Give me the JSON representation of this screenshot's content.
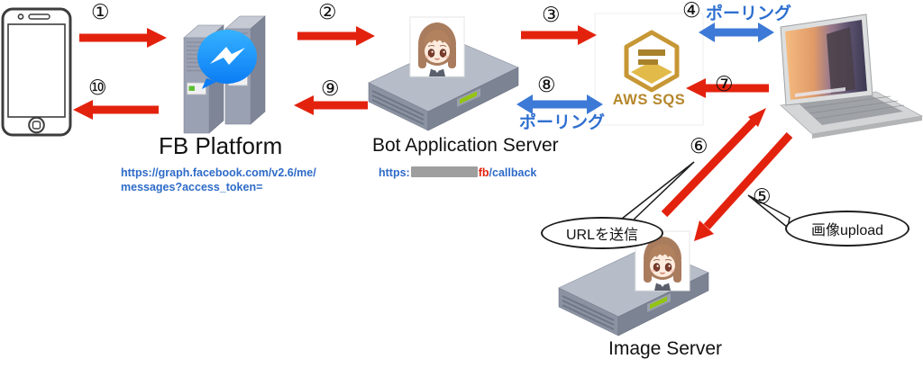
{
  "nodes": {
    "smartphone": {
      "type": "client-device"
    },
    "fb_platform": {
      "label": "FB Platform",
      "url_line1": "https://graph.facebook.com/v2.6/me/",
      "url_line2": "messages?access_token="
    },
    "bot_app_server": {
      "label": "Bot Application Server",
      "url_scheme": "https:",
      "url_host_hidden": true,
      "url_highlight": "fb",
      "url_path": "/callback"
    },
    "aws_sqs": {
      "label": "AWS SQS"
    },
    "macbook": {
      "type": "worker-client"
    },
    "image_server": {
      "label": "Image Server"
    }
  },
  "steps": [
    "①",
    "②",
    "③",
    "④",
    "⑤",
    "⑥",
    "⑦",
    "⑧",
    "⑨",
    "⑩"
  ],
  "labels": {
    "polling": "ポーリング"
  },
  "bubbles": {
    "send_url": "URLを送信",
    "image_upload": "画像upload"
  },
  "edges": [
    {
      "step": "①",
      "from": "smartphone",
      "to": "fb_platform",
      "color": "red"
    },
    {
      "step": "②",
      "from": "fb_platform",
      "to": "bot_app_server",
      "color": "red"
    },
    {
      "step": "③",
      "from": "bot_app_server",
      "to": "aws_sqs",
      "color": "red"
    },
    {
      "step": "④",
      "from": "aws_sqs",
      "to": "macbook",
      "color": "blue",
      "bidirectional": true,
      "label": "ポーリング"
    },
    {
      "step": "⑤",
      "from": "macbook",
      "to": "image_server",
      "color": "red",
      "note": "画像upload"
    },
    {
      "step": "⑥",
      "from": "image_server",
      "to": "macbook",
      "color": "red",
      "note": "URLを送信"
    },
    {
      "step": "⑦",
      "from": "macbook",
      "to": "aws_sqs",
      "color": "red"
    },
    {
      "step": "⑧",
      "from": "bot_app_server",
      "to": "aws_sqs",
      "color": "blue",
      "bidirectional": true,
      "label": "ポーリング"
    },
    {
      "step": "⑨",
      "from": "bot_app_server",
      "to": "fb_platform",
      "color": "red"
    },
    {
      "step": "⑩",
      "from": "fb_platform",
      "to": "smartphone",
      "color": "red"
    }
  ],
  "colors": {
    "arrow_red": "#e3220e",
    "arrow_blue": "#3d79d6",
    "link_blue": "#2e6bc8",
    "url_highlight_red": "#e3220e",
    "redaction_grey": "#9e9e9e",
    "aws_gold": "#b5862b",
    "polling_text_blue": "#2e6fd0"
  }
}
